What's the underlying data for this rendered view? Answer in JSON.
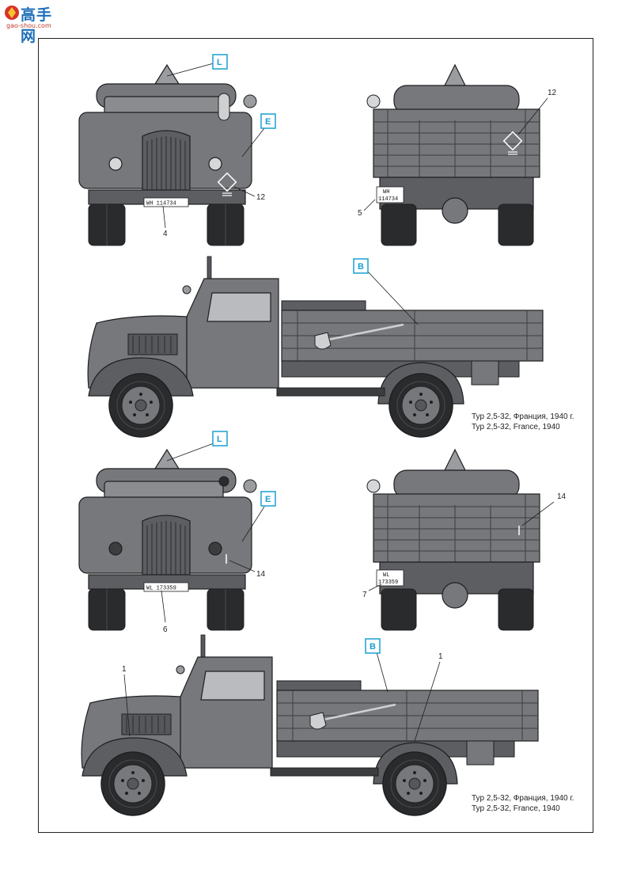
{
  "logo": {
    "text": "高手网",
    "url_text": "gao-shou.com"
  },
  "views": {
    "front_top": {
      "plate": "WH 114734",
      "callouts": [
        "L",
        "E",
        "12",
        "4"
      ]
    },
    "rear_top": {
      "plate_line1": "WH",
      "plate_line2": "114734",
      "callouts": [
        "12",
        "5"
      ]
    },
    "side_top": {
      "callouts": [
        "B"
      ],
      "caption_ru": "Typ 2,5-32, Франция, 1940 г.",
      "caption_en": "Typ 2,5-32, France, 1940"
    },
    "front_bottom": {
      "plate": "WL 173359",
      "callouts": [
        "L",
        "E",
        "14",
        "6"
      ]
    },
    "rear_bottom": {
      "plate_line1": "WL",
      "plate_line2": "173359",
      "callouts": [
        "14",
        "7"
      ]
    },
    "side_bottom": {
      "callouts": [
        "1",
        "B",
        "1"
      ],
      "caption_ru": "Typ 2,5-32, Франция, 1940 г.",
      "caption_en": "Typ 2,5-32, France, 1940"
    }
  },
  "colors": {
    "body": "#76787b",
    "dark": "#3b3d3f",
    "tire": "#2a2b2d",
    "badge": "#1a9fd0",
    "outline": "#1e1f21"
  }
}
